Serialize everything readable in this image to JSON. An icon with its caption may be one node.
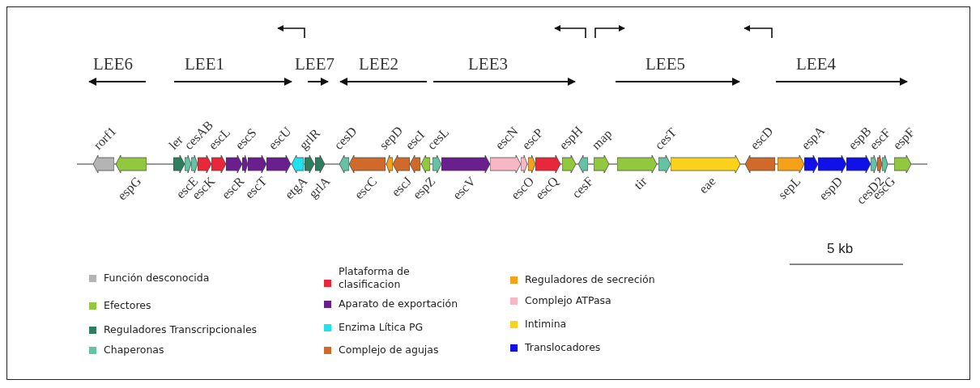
{
  "diagram": {
    "nodes": [
      {
        "text": [
          "rorf1"
        ]
      },
      {
        "text": [
          "espG"
        ]
      },
      {
        "text": [
          "ler"
        ]
      },
      {
        "text": [
          "escE"
        ]
      },
      {
        "text": [
          "cesAB"
        ]
      },
      {
        "text": [
          "escK"
        ]
      },
      {
        "text": [
          "escL"
        ]
      },
      {
        "text": [
          "escR"
        ]
      },
      {
        "text": [
          "escS"
        ]
      },
      {
        "text": [
          "escT"
        ]
      },
      {
        "text": [
          "escU"
        ]
      },
      {
        "text": [
          "etgA"
        ]
      },
      {
        "text": [
          "grlR"
        ]
      },
      {
        "text": [
          "grlA"
        ]
      },
      {
        "text": [
          "cesD"
        ]
      },
      {
        "text": [
          "escC"
        ]
      },
      {
        "text": [
          "sepD"
        ]
      },
      {
        "text": [
          "escJ"
        ]
      },
      {
        "text": [
          "escI"
        ]
      },
      {
        "text": [
          "espZ"
        ]
      },
      {
        "text": [
          "cesL"
        ]
      },
      {
        "text": [
          "escV"
        ]
      },
      {
        "text": [
          "escN"
        ]
      },
      {
        "text": [
          "escO"
        ]
      },
      {
        "text": [
          "escP"
        ]
      },
      {
        "text": [
          "escQ"
        ]
      },
      {
        "text": [
          "espH"
        ]
      },
      {
        "text": [
          "cesF"
        ]
      },
      {
        "text": [
          "map"
        ]
      },
      {
        "text": [
          "tir"
        ]
      },
      {
        "text": [
          "cesT"
        ]
      },
      {
        "text": [
          "eae"
        ]
      },
      {
        "text": [
          "escD"
        ]
      },
      {
        "text": [
          "sepL"
        ]
      },
      {
        "text": [
          "espA"
        ]
      },
      {
        "text": [
          "espD"
        ]
      },
      {
        "text": [
          "espB"
        ]
      },
      {
        "text": [
          "cesD2"
        ]
      },
      {
        "text": [
          "escF"
        ]
      },
      {
        "text": [
          "escG"
        ]
      },
      {
        "text": [
          "espF"
        ]
      }
    ],
    "labels": [
      "LEE6",
      "LEE1",
      "LEE7",
      "LEE2",
      "LEE3",
      "LEE5",
      "LEE4",
      "5 kb"
    ],
    "legend": [
      {
        "text": "Función desconocida",
        "color": "#b4b4b4"
      },
      {
        "text": "Efectores",
        "color": "#92c83e"
      },
      {
        "text": "Reguladores Transcripcionales",
        "color": "#2e7d5e"
      },
      {
        "text": "Chaperonas",
        "color": "#66c2a5"
      },
      {
        "text": "Plataforma de clasificacion",
        "color": "#e8283a"
      },
      {
        "text": "Aparato de exportación",
        "color": "#6a1f8f"
      },
      {
        "text": "Enzima Lítica PG",
        "color": "#1ee3ef"
      },
      {
        "text": "Complejo de agujas",
        "color": "#cf6a2a"
      },
      {
        "text": "Reguladores de secreción",
        "color": "#f5a21a"
      },
      {
        "text": "Complejo ATPasa",
        "color": "#f7b7c5"
      },
      {
        "text": "Intimina",
        "color": "#fbd21b"
      },
      {
        "text": "Translocadores",
        "color": "#1010e8"
      }
    ]
  }
}
